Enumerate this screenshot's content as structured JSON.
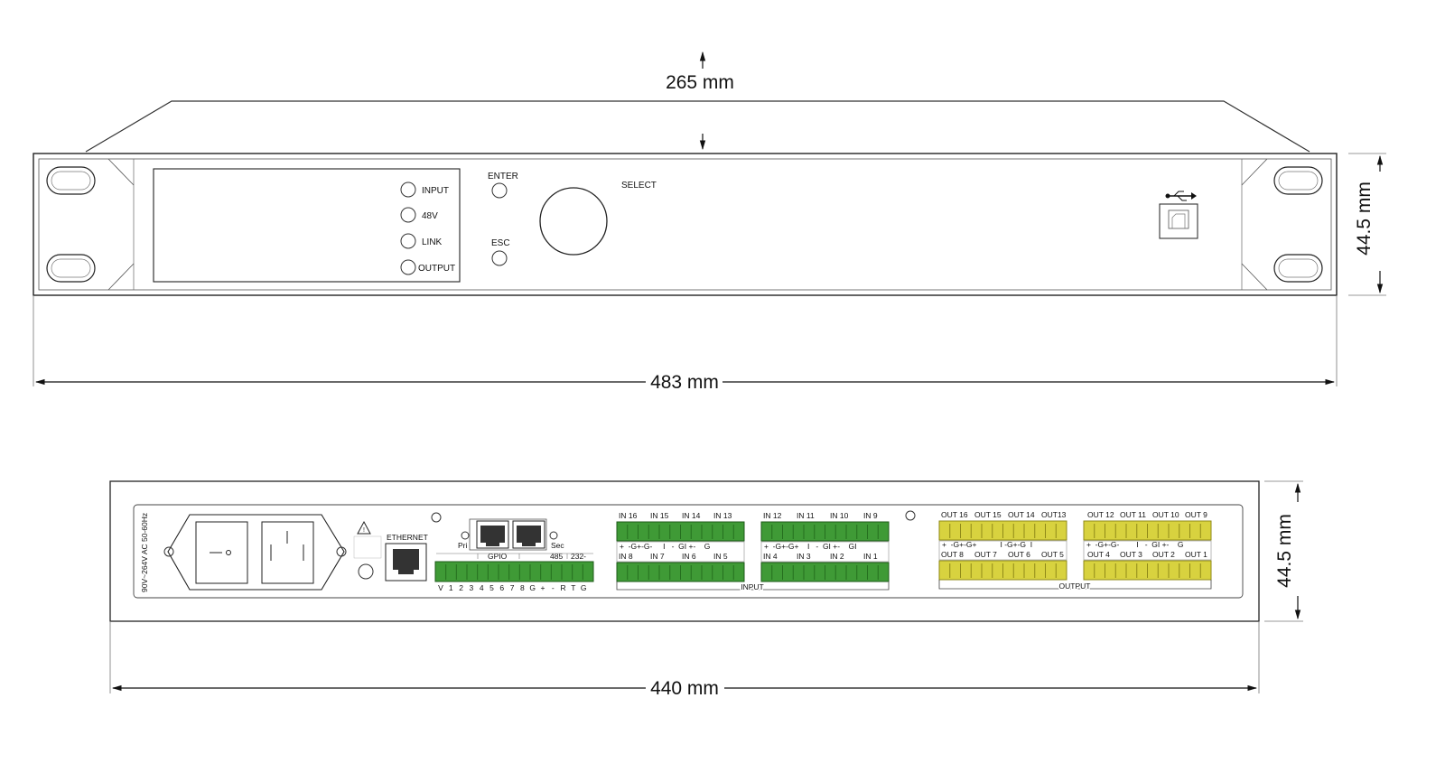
{
  "dimensions": {
    "depth": "265 mm",
    "front_width": "483 mm",
    "front_height": "44.5 mm",
    "rear_width": "440 mm",
    "rear_height": "44.5 mm"
  },
  "front_panel": {
    "indicators": [
      "INPUT",
      "48V",
      "LINK",
      "OUTPUT"
    ],
    "enter_label": "ENTER",
    "esc_label": "ESC",
    "select_label": "SELECT"
  },
  "rear_panel": {
    "power_rating": "90V~264V AC 50-60Hz",
    "ethernet_label": "ETHERNET",
    "pri_label": "Pri",
    "sec_label": "Sec",
    "gpio_label": "GPIO",
    "rs485_label": "485",
    "rs232_label": "232-",
    "gpio_pins": [
      "V",
      "1",
      "2",
      "3",
      "4",
      "5",
      "6",
      "7",
      "8",
      "G",
      "+",
      "-",
      "R",
      "T",
      "G"
    ],
    "input_block_label": "INPUT",
    "output_block_label": "OUTPUT",
    "input_top_a": [
      "IN 16",
      "IN 15",
      "IN 14",
      "IN 13"
    ],
    "input_bottom_a": [
      "IN 8",
      "IN 7",
      "IN 6",
      "IN 5"
    ],
    "input_top_b": [
      "IN 12",
      "IN 11",
      "IN 10",
      "IN 9"
    ],
    "input_bottom_b": [
      "IN 4",
      "IN 3",
      "IN 2",
      "IN 1"
    ],
    "output_top_a": [
      "OUT 16",
      "OUT 15",
      "OUT 14",
      "OUT13"
    ],
    "output_bottom_a": [
      "OUT 8",
      "OUT 7",
      "OUT 6",
      "OUT 5"
    ],
    "output_top_b": [
      "OUT 12",
      "OUT 11",
      "OUT 10",
      "OUT 9"
    ],
    "output_bottom_b": [
      "OUT 4",
      "OUT 3",
      "OUT 2",
      "OUT 1"
    ],
    "pin_legend_input_a": "+  -G+-G-     I   -  GI +-    G",
    "pin_legend_input_b": "+  -G+-G+    I   -  GI +-    GI",
    "pin_legend_output_a": "+  -G+-G+           I -G+-G  I",
    "pin_legend_output_b": "+  -G+-G-        I   -  GI +-    G"
  },
  "colors": {
    "outline": "#222222",
    "green_terminal": "#3f9a36",
    "green_terminal_dark": "#2b7a24",
    "yellow_terminal": "#d8d23f",
    "yellow_terminal_dark": "#b5ad1f"
  }
}
